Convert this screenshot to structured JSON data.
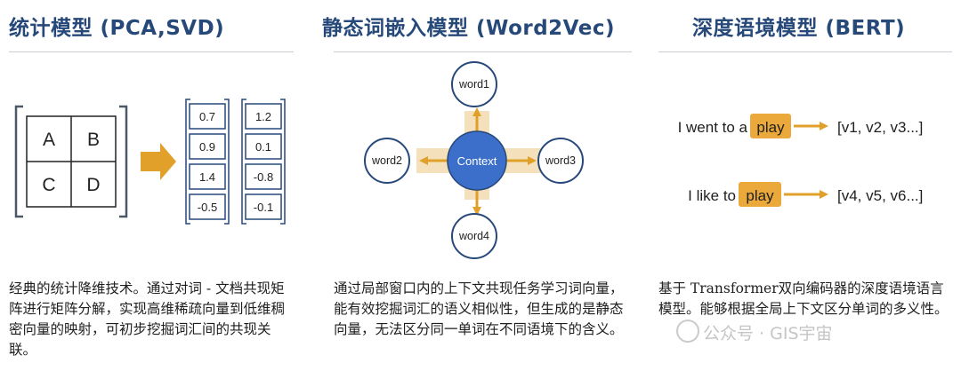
{
  "sections": [
    {
      "title": "统计模型 (PCA,SVD)",
      "matrix": [
        "A",
        "B",
        "C",
        "D"
      ],
      "vectors": [
        [
          "0.7",
          "0.9",
          "1.4",
          "-0.5"
        ],
        [
          "1.2",
          "0.1",
          "-0.8",
          "-0.1"
        ]
      ],
      "description": "经典的统计降维技术。通过对词 - 文档共现矩阵进行矩阵分解，实现高维稀疏向量到低维稠密向量的映射，可初步挖掘词汇间的共现关联。"
    },
    {
      "title": "静态词嵌入模型 (Word2Vec)",
      "center": "Context",
      "words": [
        "word1",
        "word2",
        "word3",
        "word4"
      ],
      "description": "通过局部窗口内的上下文共现任务学习词向量，能有效挖掘词汇的语义相似性，但生成的是静态向量，无法区分同一单词在不同语境下的含义。"
    },
    {
      "title": "深度语境模型 (BERT)",
      "examples": [
        {
          "prefix": "I went to a",
          "token": "play",
          "vector": "[v1, v2, v3...]"
        },
        {
          "prefix": "I like to",
          "token": "play",
          "vector": "[v4, v5, v6...]"
        }
      ],
      "description": "基于 Transformer双向编码器的深度语境语言模型。能够根据全局上下文区分单词的多义性。"
    }
  ],
  "watermark": "公众号 · GIS宇宙",
  "colors": {
    "title": "#27497a",
    "arrow": "#e0a02a",
    "token_bg": "#eaa93a",
    "context": "#3c6fc9",
    "node_border": "#27497a"
  }
}
